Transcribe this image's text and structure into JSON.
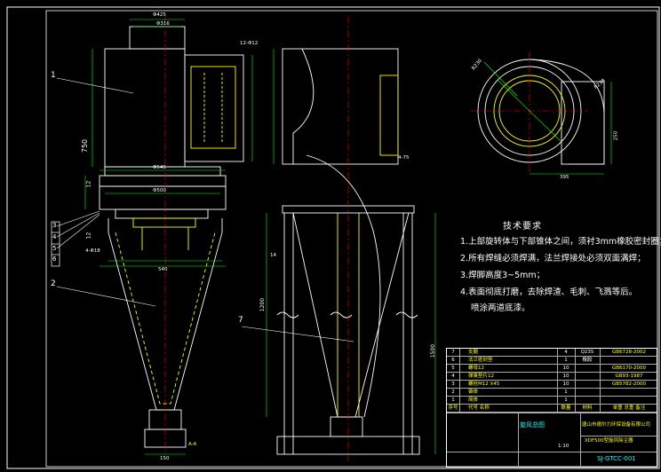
{
  "tech_notes": {
    "title": "技术要求",
    "lines": [
      "1.上部旋转体与下部锥体之间，须衬3mm橡胶密封圈；",
      "2.所有焊缝必须焊满，法兰焊接处必须双面满焊；",
      "3.焊脚高度3~5mm；",
      "4.表面彻底打磨，去除焊渣、毛刺、飞溅等后。",
      "喷涂两道底漆。"
    ]
  },
  "bom": {
    "rows": [
      {
        "no": "7",
        "name": "支腿",
        "qty": "4",
        "mat": "Q235",
        "std": "GB6728-2002"
      },
      {
        "no": "6",
        "name": "法兰密封垫",
        "qty": "1",
        "mat": "橡胶",
        "std": ""
      },
      {
        "no": "5",
        "name": "螺母12",
        "qty": "10",
        "mat": "",
        "std": "GB6170-2000"
      },
      {
        "no": "4",
        "name": "弹簧垫片12",
        "qty": "10",
        "mat": "",
        "std": "GB93-1987"
      },
      {
        "no": "3",
        "name": "螺栓M12 X45",
        "qty": "10",
        "mat": "",
        "std": "GB5782-2000"
      },
      {
        "no": "2",
        "name": "锥体",
        "qty": "1",
        "mat": "",
        "std": ""
      },
      {
        "no": "1",
        "name": "简体",
        "qty": "1",
        "mat": "",
        "std": ""
      }
    ],
    "header": {
      "no": "序号",
      "name": "代号     名称",
      "qty": "数量",
      "mat": "材料",
      "std": "单重 总重 备注"
    }
  },
  "title_block": {
    "drawing_title": "旋风总图",
    "company": "唐山市德尔力环保设备有限公司",
    "product": "XDF500型旋风除尘器",
    "drawing_no": "SJ-GTCC-001",
    "scale": "1:10"
  },
  "part_labels": [
    "1",
    "2",
    "3",
    "4",
    "5",
    "6",
    "7"
  ],
  "dims": {
    "d425": "Φ425",
    "d316": "Φ316",
    "d545": "Φ545",
    "d500": "Φ500",
    "d540": "540",
    "d750": "750",
    "d1200": "1200",
    "d1500": "1500",
    "d12a": "12",
    "d12b": "12",
    "d4_18": "4-Φ18",
    "d250": "250",
    "d150": "150",
    "d395": "395",
    "d14": "14",
    "d12x12": "12-Φ12",
    "d4_75": "4-75",
    "r230": "R230",
    "r238": "R238",
    "note_weld": "A-A"
  }
}
